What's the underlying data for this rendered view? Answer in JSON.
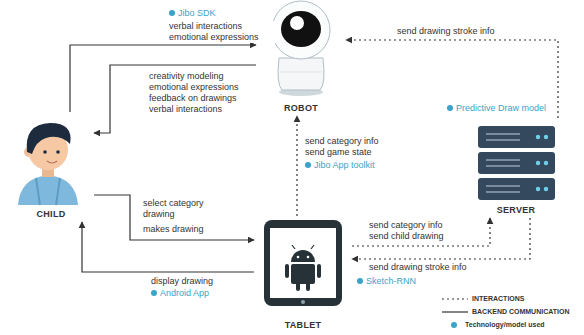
{
  "diagram": {
    "nodes": [
      {
        "text": [
          "ROBOT"
        ]
      },
      {
        "text": [
          "CHILD"
        ]
      },
      {
        "text": [
          "SERVER"
        ]
      },
      {
        "text": [
          "TABLET"
        ]
      }
    ],
    "edges": [
      {
        "from": 1,
        "to": 0,
        "arrow": "to",
        "label": "verbal interactions emotional expressions"
      },
      {
        "from": 0,
        "to": 1,
        "arrow": "to",
        "label": "creativity modeling emotional expressions feedback on drawings verbal interactions"
      },
      {
        "from": 1,
        "to": 3,
        "arrow": "to",
        "label": "select category drawing"
      },
      {
        "from": 3,
        "to": 1,
        "arrow": "to",
        "label": "display drawing"
      },
      {
        "from": 3,
        "to": 0,
        "arrow": "to",
        "label": "send category info send game state"
      },
      {
        "from": 2,
        "to": 0,
        "arrow": "to",
        "label": "send drawing stroke info"
      },
      {
        "from": 3,
        "to": 2,
        "arrow": "to",
        "label": "send category info send child drawing"
      },
      {
        "from": 2,
        "to": 3,
        "arrow": "to",
        "label": "send drawing stroke info"
      }
    ],
    "labels": [
      "Jibo SDK",
      "Jibo App toolkit",
      "Predictive Draw model",
      "makes drawing",
      "Android App",
      "Sketch-RNN"
    ],
    "legend": [
      {
        "text": "INTERACTIONS"
      },
      {
        "text": "BACKEND COMMUNICATION"
      },
      {
        "text": "Technology/model used",
        "color": "#3aa3c8"
      }
    ]
  }
}
